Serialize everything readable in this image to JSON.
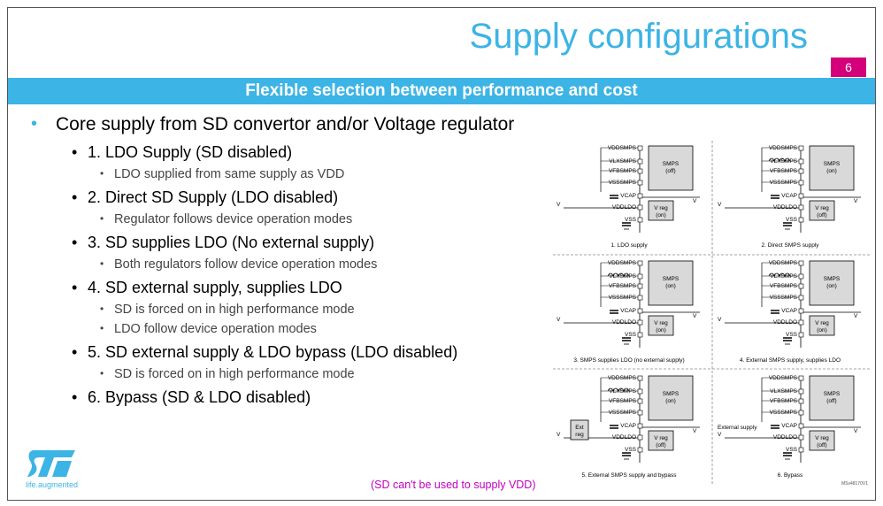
{
  "title": "Supply configurations",
  "page_number": "6",
  "banner": "Flexible selection between performance and cost",
  "bullets": {
    "b1": "Core supply from SD convertor and/or Voltage regulator",
    "b1_1": "1. LDO Supply (SD disabled)",
    "b1_1_1": "LDO supplied from same supply as VDD",
    "b1_2": "2. Direct SD Supply (LDO disabled)",
    "b1_2_1": "Regulator follows device operation modes",
    "b1_3": "3. SD supplies LDO (No external supply)",
    "b1_3_1": "Both regulators follow device operation modes",
    "b1_4": "4. SD external supply, supplies LDO",
    "b1_4_1": "SD is forced on in high performance mode",
    "b1_4_2": "LDO follow device operation modes",
    "b1_5": "5. SD external supply & LDO bypass (LDO disabled)",
    "b1_5_1": "SD is forced on in high performance mode",
    "b1_6": "6. Bypass (SD & LDO disabled)"
  },
  "note": "(SD can't be used to supply VDD)",
  "tagline": "life.augmented",
  "colors": {
    "accent": "#3cb4e5",
    "pagenum": "#d4007a",
    "note": "#c000c0"
  },
  "diagram": {
    "pins": [
      "VDDSMPS",
      "VLXSMPS",
      "VFBSMPS",
      "VSSSMPS",
      "VCAP",
      "VDDLDO",
      "VSS"
    ],
    "smps_label": "SMPS",
    "vreg_label": "V reg",
    "vdd": "V",
    "vcore": "V",
    "ext_reg": "Ext reg",
    "external_supply": "External supply",
    "panels": [
      {
        "caption": "1. LDO supply",
        "smps_state": "(off)",
        "vreg_state": "(on)"
      },
      {
        "caption": "2. Direct SMPS supply",
        "smps_state": "(on)",
        "vreg_state": "(off)"
      },
      {
        "caption": "3. SMPS supplies LDO (no external supply)",
        "smps_state": "(on)",
        "vreg_state": "(on)"
      },
      {
        "caption": "4. External SMPS supply, supplies LDO",
        "smps_state": "(on)",
        "vreg_state": "(on)"
      },
      {
        "caption": "5. External SMPS supply and bypass",
        "smps_state": "(on)",
        "vreg_state": "(off)"
      },
      {
        "caption": "6. Bypass",
        "smps_state": "(off)",
        "vreg_state": "(off)"
      }
    ],
    "ref_tag": "MSv48170V1"
  }
}
